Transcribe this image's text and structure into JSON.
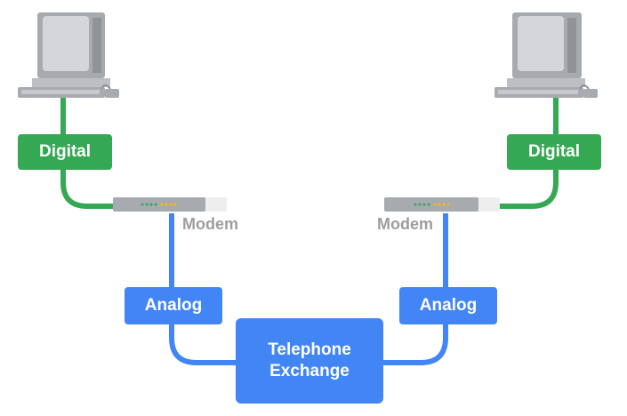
{
  "labels": {
    "digital_left": "Digital",
    "digital_right": "Digital",
    "modem_left": "Modem",
    "modem_right": "Modem",
    "analog_left": "Analog",
    "analog_right": "Analog",
    "exchange": "Telephone Exchange"
  },
  "icons": {
    "computer": "computer-icon",
    "modem": "modem-icon"
  },
  "colors": {
    "digital": "#34a853",
    "analog": "#4285f4",
    "label_text": "#9e9e9e",
    "device": "#a7aaaf"
  }
}
